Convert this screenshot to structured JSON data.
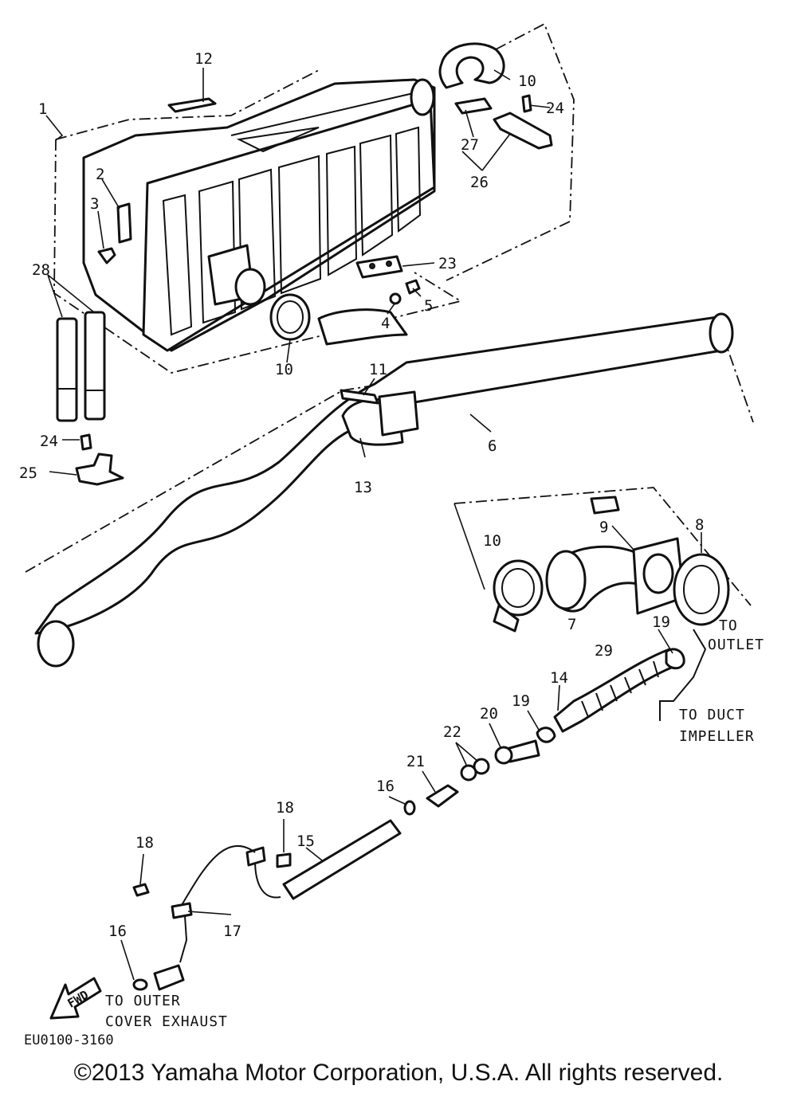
{
  "labels": {
    "p1": "1",
    "p2": "2",
    "p3": "3",
    "p4": "4",
    "p5": "5",
    "p6": "6",
    "p7": "7",
    "p8": "8",
    "p9": "9",
    "p10a": "10",
    "p10b": "10",
    "p10c": "10",
    "p11": "11",
    "p12": "12",
    "p13": "13",
    "p14": "14",
    "p15": "15",
    "p16a": "16",
    "p16b": "16",
    "p17": "17",
    "p18a": "18",
    "p18b": "18",
    "p19a": "19",
    "p19b": "19",
    "p20": "20",
    "p21": "21",
    "p22": "22",
    "p23": "23",
    "p24a": "24",
    "p24b": "24",
    "p25": "25",
    "p26": "26",
    "p27": "27",
    "p28": "28",
    "p29": "29"
  },
  "notes": {
    "to_outlet_1": "TO",
    "to_outlet_2": "OUTLET",
    "to_duct_1": "TO DUCT",
    "to_duct_2": "IMPELLER",
    "to_outer_1": "TO OUTER",
    "to_outer_2": "COVER EXHAUST",
    "fwd": "FWD"
  },
  "diagram_code": "EU0100-3160",
  "copyright": "©2013 Yamaha Motor Corporation, U.S.A. All rights reserved."
}
